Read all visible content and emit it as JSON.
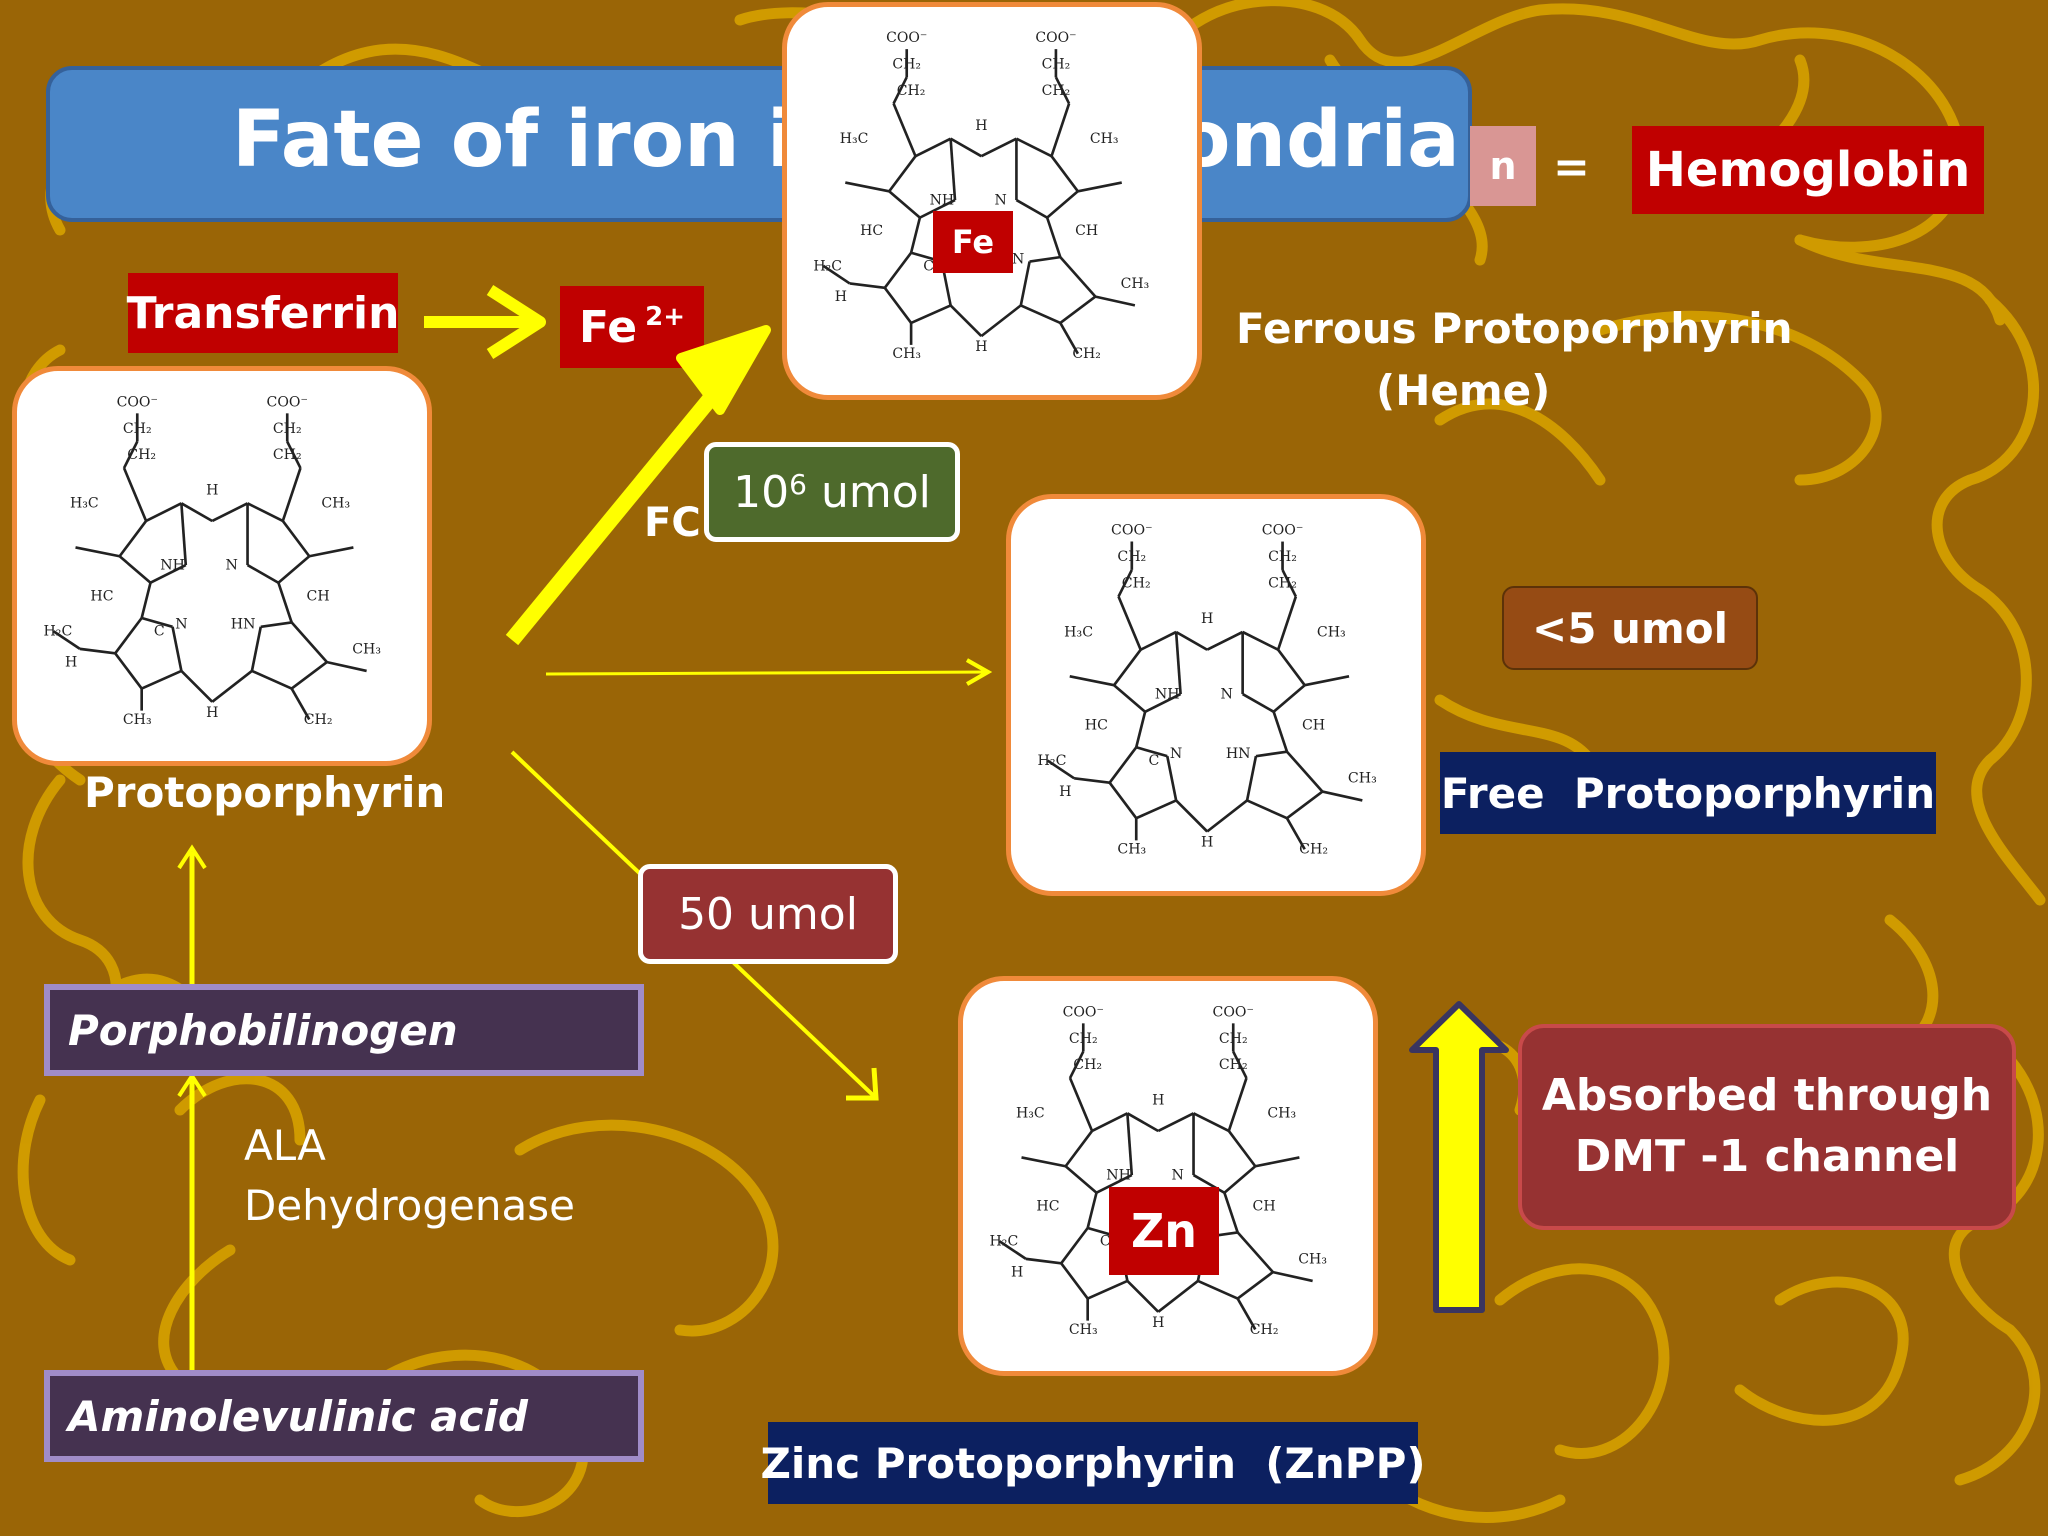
{
  "title": "Fate of iron in mitochondria",
  "hidden_fragment": "n",
  "equals_sign": "=",
  "hemoglobin": "Hemoglobin",
  "transferrin": "Transferrin",
  "fe_ion": {
    "symbol": "Fe",
    "charge": "2+"
  },
  "heme": {
    "metal": "Fe",
    "label_line1": "Ferrous Protoporphyrin",
    "label_line2": "(Heme)"
  },
  "protoporphyrin_label": "Protoporphyrin",
  "fc_label": "FC",
  "amount_heme": {
    "base": "10",
    "exponent": "6",
    "unit": "umol"
  },
  "amount_free": "<5 umol",
  "free_protoporphyrin_label": "Free  Protoporphyrin",
  "amount_znpp": "50 umol",
  "znpp": {
    "metal": "Zn",
    "label": "Zinc Protoporphyrin  (ZnPP)"
  },
  "absorbed": {
    "line1": "Absorbed through",
    "line2": "DMT -1 channel"
  },
  "porphobilinogen": "Porphobilinogen",
  "ala_enzyme": {
    "line1": "ALA",
    "line2": "Dehydrogenase"
  },
  "aminolevulinic_acid": "Aminolevulinic acid",
  "structure": {
    "coo": "COO⁻",
    "ch2": "CH₂",
    "ch3": "CH₃",
    "h3c": "H₃C",
    "h2c": "H₂C",
    "h": "H",
    "hc": "HC",
    "ch": "CH",
    "nh": "NH",
    "hn": "HN",
    "c": "C",
    "n": "N",
    "vinyl_ch2": "CH₂"
  },
  "colors": {
    "background": "#9a6506",
    "squiggle": "#d9a400",
    "arrow_yellow": "#ffff00",
    "red": "#c00000",
    "navy": "#0c2060",
    "card_border": "#f08a3a"
  }
}
